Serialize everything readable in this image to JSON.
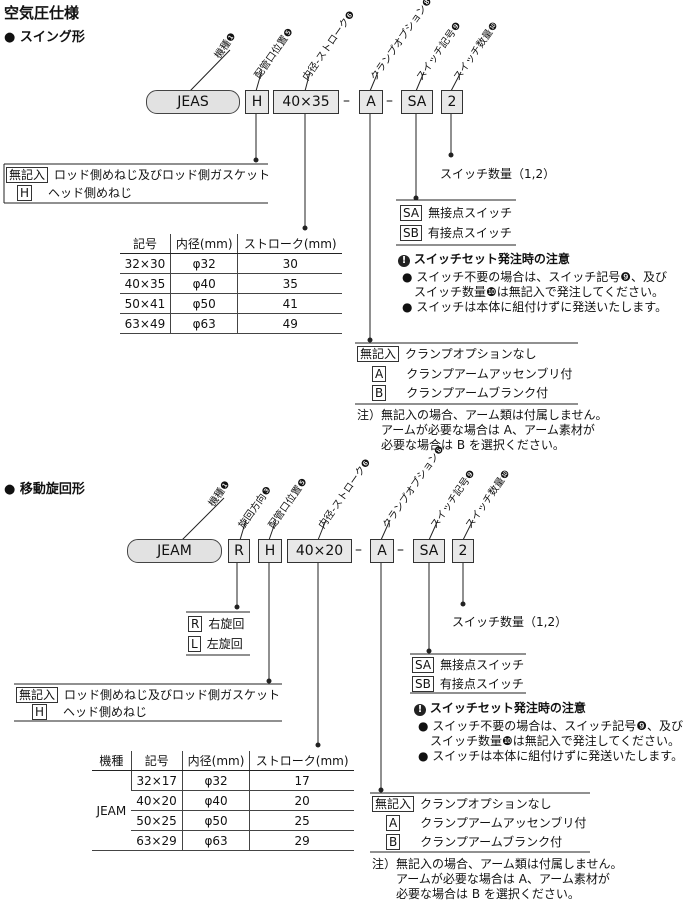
{
  "page_title": "空気圧仕様",
  "swing": {
    "section": "● スイング形",
    "labels": [
      "機種❶",
      "配管口位置❺",
      "内径-ストローク❻",
      "クランプオプション❽",
      "スイッチ記号❾",
      "スイッチ数量❿"
    ],
    "code": {
      "model": "JEAS",
      "port": "H",
      "bore_stroke": "40×35",
      "clamp": "A",
      "switch": "SA",
      "qty": "2"
    },
    "port_options": [
      {
        "code": "無記入",
        "text": "ロッド側めねじ及びロッド側ガスケット"
      },
      {
        "code": "H",
        "text": "ヘッド側めねじ"
      }
    ],
    "table": {
      "headers": [
        "記号",
        "内径(mm)",
        "ストローク(mm)"
      ],
      "rows": [
        [
          "32×30",
          "φ32",
          "30"
        ],
        [
          "40×35",
          "φ40",
          "35"
        ],
        [
          "50×41",
          "φ50",
          "41"
        ],
        [
          "63×49",
          "φ63",
          "49"
        ]
      ]
    },
    "switch_qty": "スイッチ数量（1,2）",
    "switch_options": [
      {
        "code": "SA",
        "text": "無接点スイッチ"
      },
      {
        "code": "SB",
        "text": "有接点スイッチ"
      }
    ],
    "caution_title": "スイッチセット発注時の注意",
    "caution_lines": [
      "● スイッチ不要の場合は、スイッチ記号❾、及び",
      "スイッチ数量❿は無記入で発注してください。",
      "● スイッチは本体に組付けずに発送いたします。"
    ],
    "clamp_options": [
      {
        "code": "無記入",
        "text": "クランプオプションなし"
      },
      {
        "code": "A",
        "text": "クランプアームアッセンブリ付"
      },
      {
        "code": "B",
        "text": "クランプアームブランク付"
      }
    ],
    "note_lines": [
      "注）無記入の場合、アーム類は付属しません。",
      "アームが必要な場合は A、アーム素材が",
      "必要な場合は B を選択ください。"
    ]
  },
  "moving": {
    "section": "● 移動旋回形",
    "labels": [
      "機種❶",
      "旋回方向❸",
      "配管口位置❺",
      "内径-ストローク❻",
      "クランプオプション❽",
      "スイッチ記号❾",
      "スイッチ数量❿"
    ],
    "code": {
      "model": "JEAM",
      "dir": "R",
      "port": "H",
      "bore_stroke": "40×20",
      "clamp": "A",
      "switch": "SA",
      "qty": "2"
    },
    "dir_options": [
      {
        "code": "R",
        "text": "右旋回"
      },
      {
        "code": "L",
        "text": "左旋回"
      }
    ],
    "port_options": [
      {
        "code": "無記入",
        "text": "ロッド側めねじ及びロッド側ガスケット"
      },
      {
        "code": "H",
        "text": "ヘッド側めねじ"
      }
    ],
    "table": {
      "headers": [
        "機種",
        "記号",
        "内径(mm)",
        "ストローク(mm)"
      ],
      "model": "JEAM",
      "rows": [
        [
          "32×17",
          "φ32",
          "17"
        ],
        [
          "40×20",
          "φ40",
          "20"
        ],
        [
          "50×25",
          "φ50",
          "25"
        ],
        [
          "63×29",
          "φ63",
          "29"
        ]
      ]
    },
    "switch_qty": "スイッチ数量（1,2）",
    "switch_options": [
      {
        "code": "SA",
        "text": "無接点スイッチ"
      },
      {
        "code": "SB",
        "text": "有接点スイッチ"
      }
    ],
    "caution_title": "スイッチセット発注時の注意",
    "caution_lines": [
      "● スイッチ不要の場合は、スイッチ記号❾、及び",
      "スイッチ数量❿は無記入で発注してください。",
      "● スイッチは本体に組付けずに発送いたします。"
    ],
    "clamp_options": [
      {
        "code": "無記入",
        "text": "クランプオプションなし"
      },
      {
        "code": "A",
        "text": "クランプアームアッセンブリ付"
      },
      {
        "code": "B",
        "text": "クランプアームブランク付"
      }
    ],
    "note_lines": [
      "注）無記入の場合、アーム類は付属しません。",
      "アームが必要な場合は A、アーム素材が",
      "必要な場合は B を選択ください。"
    ]
  }
}
